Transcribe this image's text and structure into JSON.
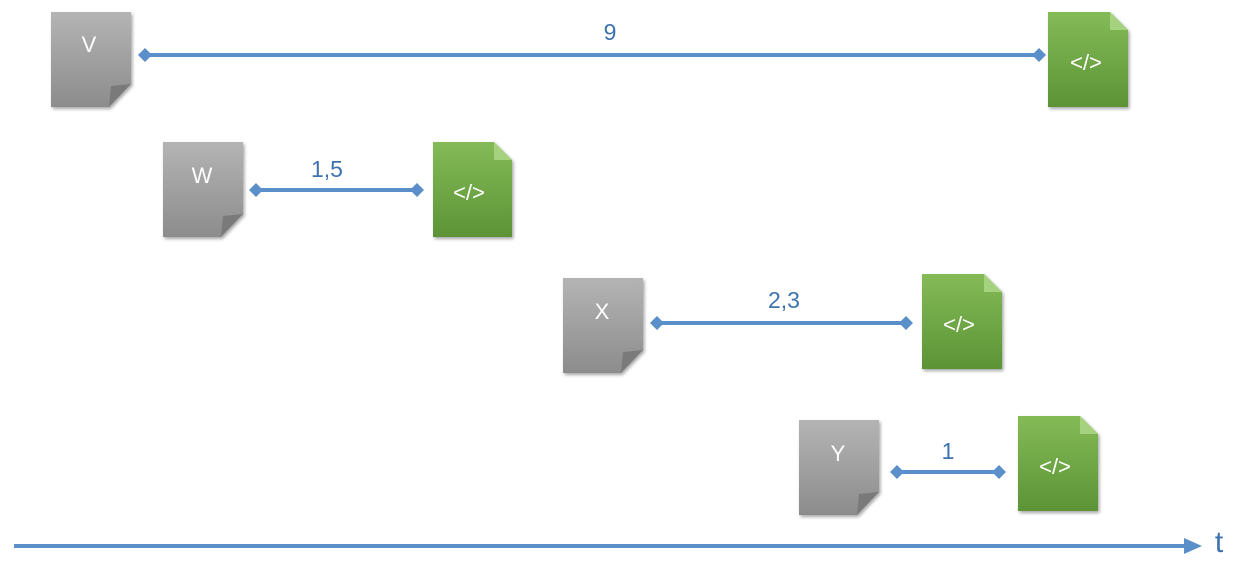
{
  "colors": {
    "line": "#5b8fc9",
    "label": "#3f73ae",
    "source_doc_light": "#b0b0b0",
    "source_doc_dark": "#8e8e8e",
    "output_doc_light": "#7fb552",
    "output_doc_dark": "#5f9638",
    "doc_text": "#ffffff"
  },
  "rows": [
    {
      "source_label": "V",
      "duration_label": "9",
      "output_label": "</>"
    },
    {
      "source_label": "W",
      "duration_label": "1,5",
      "output_label": "</>"
    },
    {
      "source_label": "X",
      "duration_label": "2,3",
      "output_label": "</>"
    },
    {
      "source_label": "Y",
      "duration_label": "1",
      "output_label": "</>"
    }
  ],
  "time_axis": {
    "label": "t"
  }
}
